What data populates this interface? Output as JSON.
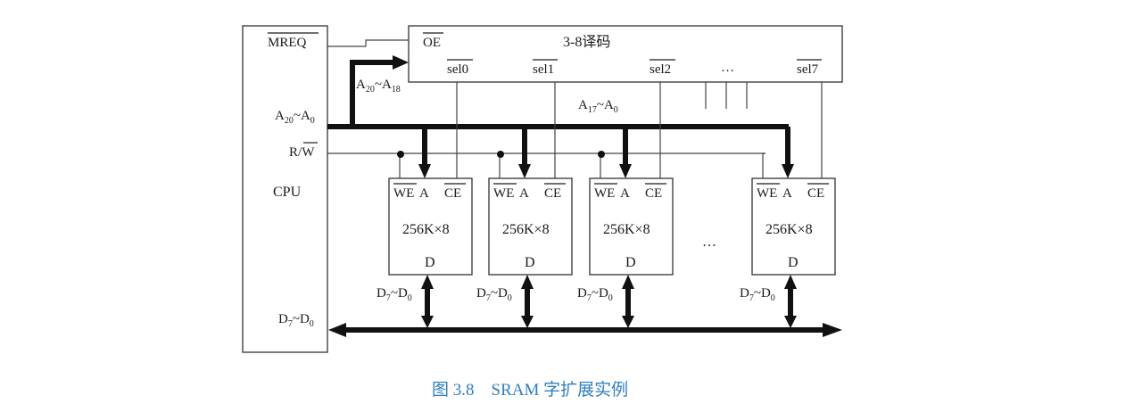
{
  "cpu": {
    "label": "CPU",
    "mreq_label": "MREQ",
    "rw_label_left": "R/",
    "rw_label_bar": "W",
    "addr": {
      "a": "A",
      "s1": "20",
      "sep": "~A",
      "s2": "0"
    },
    "data": {
      "a": "D",
      "s1": "7",
      "sep": "~D",
      "s2": "0"
    }
  },
  "decoder": {
    "title": "3-8译码",
    "oe_label": "OE",
    "outputs": [
      "sel0",
      "sel1",
      "sel2",
      "…",
      "sel7"
    ],
    "input_addr": {
      "a": "A",
      "s1": "20",
      "sep": "~A",
      "s2": "18"
    }
  },
  "low_addr": {
    "a": "A",
    "s1": "17",
    "sep": "~A",
    "s2": "0"
  },
  "chips": [
    {
      "we": "WE",
      "a": "A",
      "ce": "CE",
      "size": "256K×8",
      "d": "D"
    },
    {
      "we": "WE",
      "a": "A",
      "ce": "CE",
      "size": "256K×8",
      "d": "D"
    },
    {
      "we": "WE",
      "a": "A",
      "ce": "CE",
      "size": "256K×8",
      "d": "D"
    },
    {
      "we": "WE",
      "a": "A",
      "ce": "CE",
      "size": "256K×8",
      "d": "D"
    }
  ],
  "chip_data_label": {
    "a": "D",
    "s1": "7",
    "sep": "~D",
    "s2": "0"
  },
  "ellipsis": "…",
  "caption": "图 3.8　SRAM 字扩展实例",
  "colors": {
    "caption": "#2f7fc1",
    "lines": "#111111"
  }
}
